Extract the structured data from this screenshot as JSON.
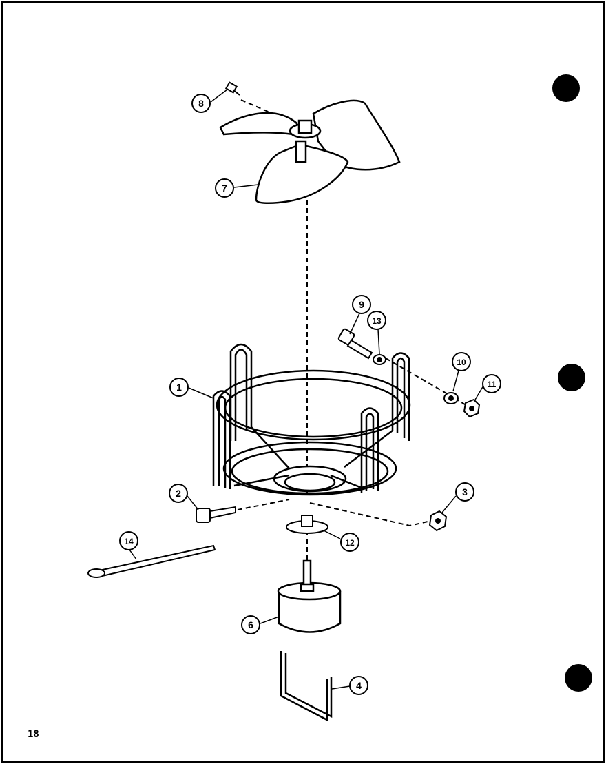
{
  "page_number": "18",
  "callouts": [
    {
      "id": "callout-8-screw",
      "label": "8"
    },
    {
      "id": "callout-7-fan-blade",
      "label": "7"
    },
    {
      "id": "callout-9-bolt",
      "label": "9"
    },
    {
      "id": "callout-13-washer",
      "label": "13"
    },
    {
      "id": "callout-10-washer",
      "label": "10"
    },
    {
      "id": "callout-11-nut",
      "label": "11"
    },
    {
      "id": "callout-1-motor-mount",
      "label": "1"
    },
    {
      "id": "callout-2-bolt",
      "label": "2"
    },
    {
      "id": "callout-3-nut",
      "label": "3"
    },
    {
      "id": "callout-14-tie",
      "label": "14"
    },
    {
      "id": "callout-12-grommet",
      "label": "12"
    },
    {
      "id": "callout-6-motor",
      "label": "6"
    },
    {
      "id": "callout-4-bracket",
      "label": "4"
    }
  ],
  "colors": {
    "ink": "#000000",
    "fill": "#ffffff"
  }
}
